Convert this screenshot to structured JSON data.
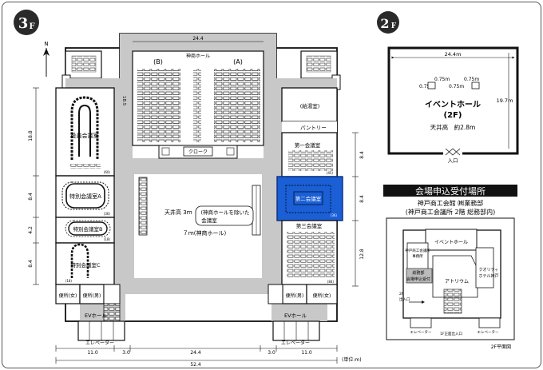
{
  "floor3": {
    "badge": "3",
    "badge_unit": "F",
    "north": "N",
    "width_top": "24.4",
    "kaisho_hall": "神商ホール",
    "section_b": "(B)",
    "section_a": "(A)",
    "dim_18_5": "18.5",
    "kyutoushitsu": "(給湯室)",
    "pantry": "パントリー",
    "cloak": "クローク",
    "daiichi": "第一会議室",
    "dainii": "第二会議室",
    "daisan": "第三会議室",
    "yakuin": "役員会議室",
    "tokubetsu_a": "特別会議室A",
    "tokubetsu_b": "特別会議室B",
    "tokubetsu_c": "特別会議室C",
    "ceiling_line1": "天井高 3ｍ",
    "ceiling_note": "(神商ホールを除いた",
    "ceiling_note2": "会議室",
    "ceiling_7m": "７ｍ(神商ホール)",
    "toilet_f1": "便所(女)",
    "toilet_m1": "便所(男)",
    "toilet_m2": "便所(男)",
    "toilet_f2": "便所(女)",
    "ev_hall_l": "EVホール",
    "ev_hall_r": "EVホール",
    "elevator_l": "エレベーター",
    "elevator_r": "エレベーター",
    "dim_left": [
      "18.8",
      "8.4",
      "4.2",
      "8.4"
    ],
    "dim_right": [
      "8.4",
      "8.4",
      "12.8"
    ],
    "dim_bottom": [
      "11.0",
      "3.0",
      "24.4",
      "3.0",
      "11.0"
    ],
    "dim_total": "52.4",
    "unit_note": "(単位:m)",
    "room_caps": [
      "(60)",
      "(36)",
      "(18)",
      "(18)",
      "(45)",
      "(36)",
      "(84)"
    ]
  },
  "floor2": {
    "badge": "2",
    "badge_unit": "F",
    "width": "24.4m",
    "depth": "19.7m",
    "pillar_075": "0.75m",
    "title1": "イベントホール",
    "title2": "(2F)",
    "ceiling": "天井高　約2.8m",
    "entrance": "入口"
  },
  "reception": {
    "header": "会場申込受付場所",
    "line1": "神戸商工会館 ㈱業務部",
    "line2": "(神戸商工会議所 2階 総務部内)",
    "event_hall": "イベントホール",
    "cci_line1": "神戸商工会議所",
    "cci_line2": "事務所",
    "soumu1": "総務部",
    "soumu2": "会場申込受付",
    "atrium": "アトリウム",
    "hotel1": "クオリティ",
    "hotel2": "ホテル神戸",
    "entrance_2f1": "2F",
    "entrance_2f2": "出入口",
    "elevator_l": "エレベーター",
    "stairs": "1F正面出入口",
    "elevator_r": "エレベーター",
    "caption": "2F平面図"
  }
}
